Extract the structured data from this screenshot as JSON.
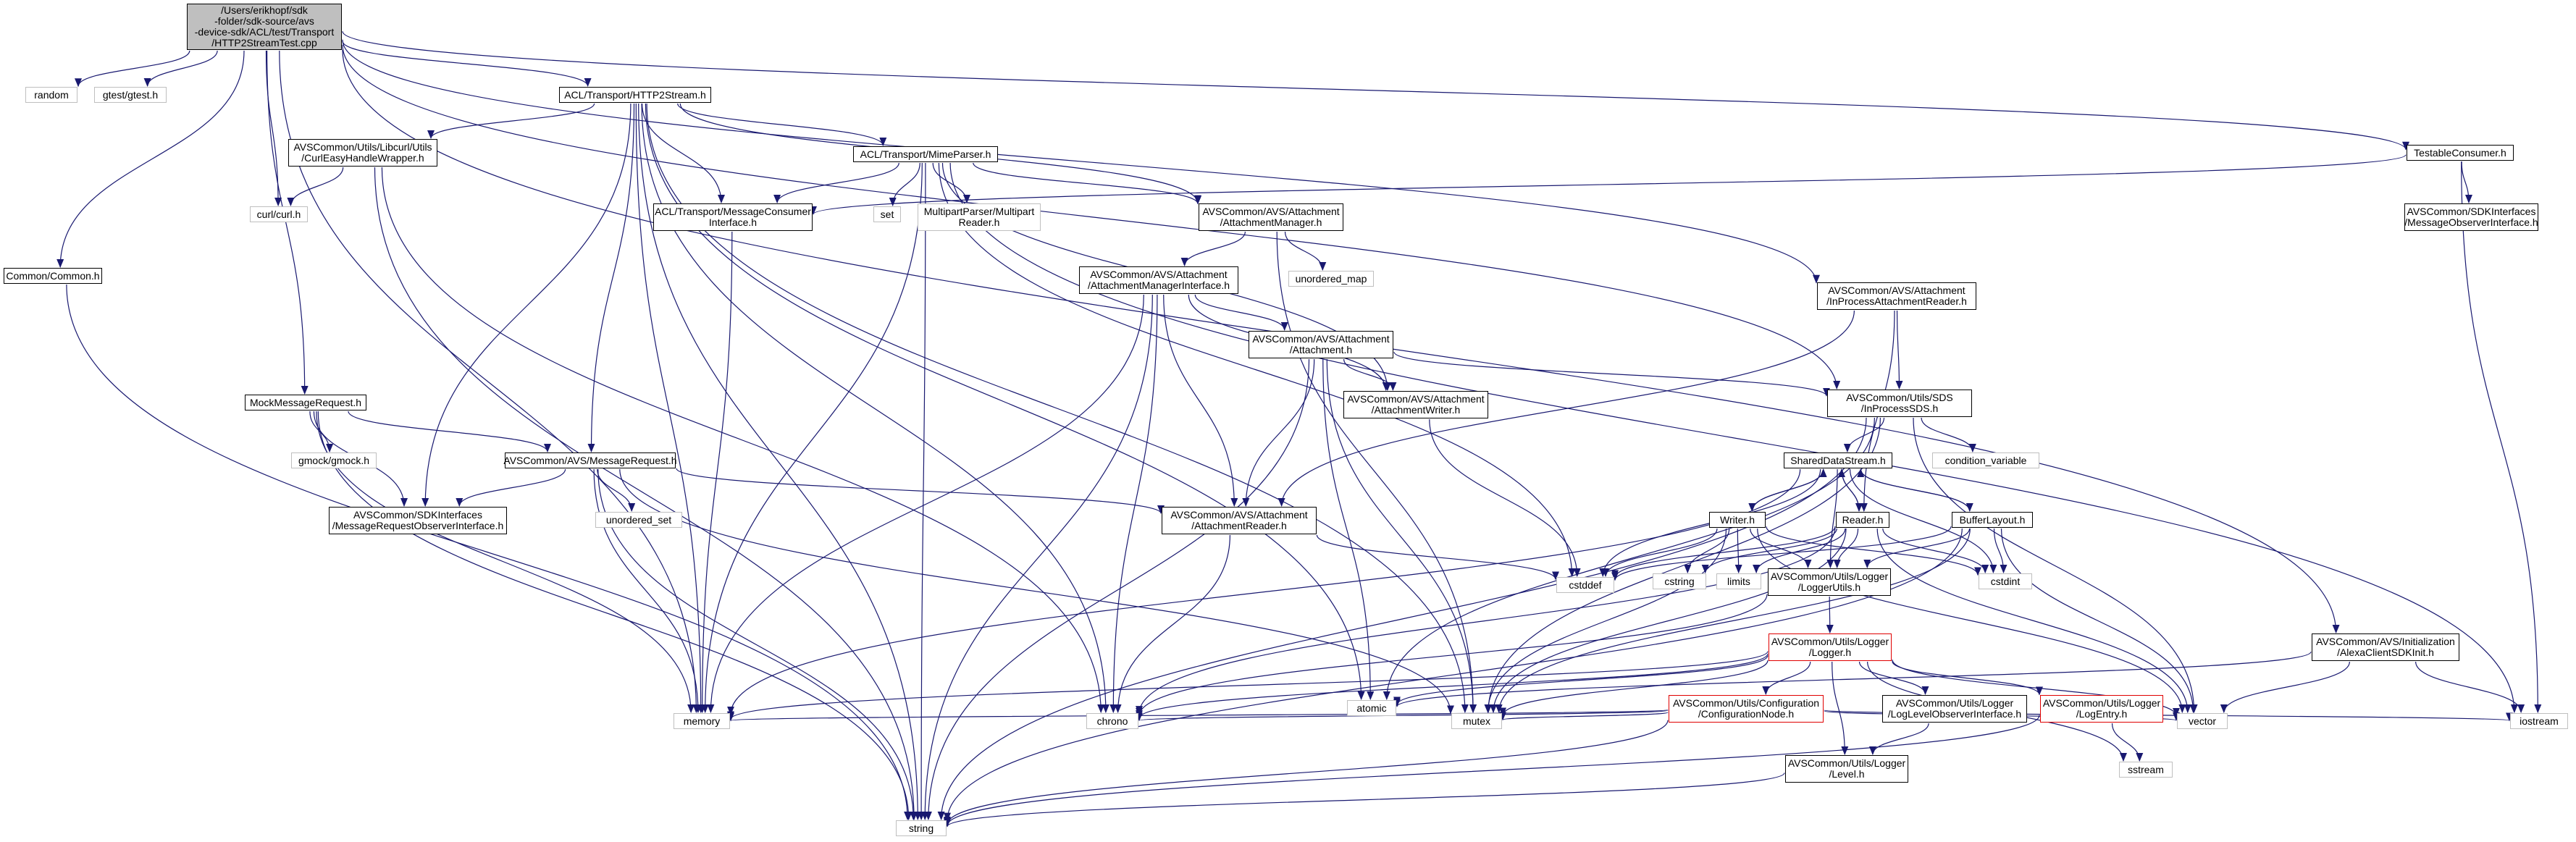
{
  "title_lines": [
    "/Users/erikhopf/sdk",
    "-folder/sdk-source/avs",
    "-device-sdk/ACL/test/Transport",
    "/HTTP2StreamTest.cpp"
  ],
  "colors": {
    "edge": "#191970",
    "std_border": "#bfbfbf",
    "node_border": "#000000",
    "red_border": "#e00000",
    "root_fill": "#bfbfbf"
  },
  "nodes": {
    "root": {
      "lines": [
        "/Users/erikhopf/sdk",
        "-folder/sdk-source/avs",
        "-device-sdk/ACL/test/Transport",
        "/HTTP2StreamTest.cpp"
      ],
      "kind": "root"
    },
    "random": {
      "lines": [
        "random"
      ],
      "kind": "std"
    },
    "gtest": {
      "lines": [
        "gtest/gtest.h"
      ],
      "kind": "std"
    },
    "http2stream": {
      "lines": [
        "ACL/Transport/HTTP2Stream.h"
      ],
      "kind": "hdr"
    },
    "testableconsumer": {
      "lines": [
        "TestableConsumer.h"
      ],
      "kind": "hdr"
    },
    "libcurlutils": {
      "lines": [
        "AVSCommon/Utils/Libcurl/Utils",
        "/CurlEasyHandleWrapper.h"
      ],
      "kind": "hdr"
    },
    "mimeparser": {
      "lines": [
        "ACL/Transport/MimeParser.h"
      ],
      "kind": "hdr"
    },
    "curl": {
      "lines": [
        "curl/curl.h"
      ],
      "kind": "std"
    },
    "msgconsumer": {
      "lines": [
        "ACL/Transport/MessageConsumer",
        "Interface.h"
      ],
      "kind": "hdr"
    },
    "set": {
      "lines": [
        "set"
      ],
      "kind": "std"
    },
    "multipartparser": {
      "lines": [
        "MultipartParser/Multipart",
        "Reader.h"
      ],
      "kind": "std"
    },
    "attachmentmanager": {
      "lines": [
        "AVSCommon/AVS/Attachment",
        "/AttachmentManager.h"
      ],
      "kind": "hdr"
    },
    "msgobserver": {
      "lines": [
        "AVSCommon/SDKInterfaces",
        "/MessageObserverInterface.h"
      ],
      "kind": "hdr"
    },
    "common": {
      "lines": [
        "Common/Common.h"
      ],
      "kind": "hdr"
    },
    "unordered_map": {
      "lines": [
        "unordered_map"
      ],
      "kind": "std"
    },
    "attmgrinterface": {
      "lines": [
        "AVSCommon/AVS/Attachment",
        "/AttachmentManagerInterface.h"
      ],
      "kind": "hdr"
    },
    "attachment": {
      "lines": [
        "AVSCommon/AVS/Attachment",
        "/Attachment.h"
      ],
      "kind": "hdr"
    },
    "inprocattreader": {
      "lines": [
        "AVSCommon/AVS/Attachment",
        "/InProcessAttachmentReader.h"
      ],
      "kind": "hdr"
    },
    "attwriter": {
      "lines": [
        "AVSCommon/AVS/Attachment",
        "/AttachmentWriter.h"
      ],
      "kind": "hdr"
    },
    "inprocsds": {
      "lines": [
        "AVSCommon/Utils/SDS",
        "/InProcessSDS.h"
      ],
      "kind": "hdr"
    },
    "mockmsgrequest": {
      "lines": [
        "MockMessageRequest.h"
      ],
      "kind": "hdr"
    },
    "gmock": {
      "lines": [
        "gmock/gmock.h"
      ],
      "kind": "std"
    },
    "messagerequest": {
      "lines": [
        "AVSCommon/AVS/MessageRequest.h"
      ],
      "kind": "hdr"
    },
    "condvar": {
      "lines": [
        "condition_variable"
      ],
      "kind": "std"
    },
    "shareddatastream": {
      "lines": [
        "SharedDataStream.h"
      ],
      "kind": "hdr"
    },
    "unordered_set": {
      "lines": [
        "unordered_set"
      ],
      "kind": "std"
    },
    "msgreqobserver": {
      "lines": [
        "AVSCommon/SDKInterfaces",
        "/MessageRequestObserverInterface.h"
      ],
      "kind": "hdr"
    },
    "attreader": {
      "lines": [
        "AVSCommon/AVS/Attachment",
        "/AttachmentReader.h"
      ],
      "kind": "hdr"
    },
    "writer": {
      "lines": [
        "Writer.h"
      ],
      "kind": "hdr"
    },
    "reader": {
      "lines": [
        "Reader.h"
      ],
      "kind": "hdr"
    },
    "bufferlayout": {
      "lines": [
        "BufferLayout.h"
      ],
      "kind": "hdr"
    },
    "cstddef": {
      "lines": [
        "cstddef"
      ],
      "kind": "std"
    },
    "cstring": {
      "lines": [
        "cstring"
      ],
      "kind": "std"
    },
    "limits": {
      "lines": [
        "limits"
      ],
      "kind": "std"
    },
    "loggerutils": {
      "lines": [
        "AVSCommon/Utils/Logger",
        "/LoggerUtils.h"
      ],
      "kind": "hdr"
    },
    "cstdint": {
      "lines": [
        "cstdint"
      ],
      "kind": "std"
    },
    "logger": {
      "lines": [
        "AVSCommon/Utils/Logger",
        "/Logger.h"
      ],
      "kind": "red"
    },
    "alexaclientsdkinit": {
      "lines": [
        "AVSCommon/AVS/Initialization",
        "/AlexaClientSDKInit.h"
      ],
      "kind": "hdr"
    },
    "atomic": {
      "lines": [
        "atomic"
      ],
      "kind": "std"
    },
    "confignode": {
      "lines": [
        "AVSCommon/Utils/Configuration",
        "/ConfigurationNode.h"
      ],
      "kind": "red"
    },
    "logobserver": {
      "lines": [
        "AVSCommon/Utils/Logger",
        "/LogLevelObserverInterface.h"
      ],
      "kind": "hdr"
    },
    "logentry": {
      "lines": [
        "AVSCommon/Utils/Logger",
        "/LogEntry.h"
      ],
      "kind": "red"
    },
    "memory": {
      "lines": [
        "memory"
      ],
      "kind": "std"
    },
    "chrono": {
      "lines": [
        "chrono"
      ],
      "kind": "std"
    },
    "mutex": {
      "lines": [
        "mutex"
      ],
      "kind": "std"
    },
    "sstream": {
      "lines": [
        "sstream"
      ],
      "kind": "std"
    },
    "vector": {
      "lines": [
        "vector"
      ],
      "kind": "std"
    },
    "iostream": {
      "lines": [
        "iostream"
      ],
      "kind": "std"
    },
    "level": {
      "lines": [
        "AVSCommon/Utils/Logger",
        "/Level.h"
      ],
      "kind": "hdr"
    },
    "string": {
      "lines": [
        "string"
      ],
      "kind": "std"
    }
  },
  "edges": [
    [
      "root",
      "random"
    ],
    [
      "root",
      "gtest"
    ],
    [
      "root",
      "common"
    ],
    [
      "root",
      "mockmsgrequest"
    ],
    [
      "root",
      "memory"
    ],
    [
      "root",
      "curl"
    ],
    [
      "root",
      "http2stream"
    ],
    [
      "root",
      "testableconsumer"
    ],
    [
      "root",
      "inprocattreader"
    ],
    [
      "root",
      "inprocsds"
    ],
    [
      "root",
      "alexaclientsdkinit"
    ],
    [
      "http2stream",
      "libcurlutils"
    ],
    [
      "http2stream",
      "mimeparser"
    ],
    [
      "http2stream",
      "msgconsumer"
    ],
    [
      "http2stream",
      "attachmentmanager"
    ],
    [
      "http2stream",
      "messagerequest"
    ],
    [
      "http2stream",
      "msgreqobserver"
    ],
    [
      "http2stream",
      "memory"
    ],
    [
      "http2stream",
      "chrono"
    ],
    [
      "http2stream",
      "string"
    ],
    [
      "http2stream",
      "atomic"
    ],
    [
      "http2stream",
      "mutex"
    ],
    [
      "libcurlutils",
      "curl"
    ],
    [
      "libcurlutils",
      "string"
    ],
    [
      "libcurlutils",
      "chrono"
    ],
    [
      "mimeparser",
      "msgconsumer"
    ],
    [
      "mimeparser",
      "set"
    ],
    [
      "mimeparser",
      "multipartparser"
    ],
    [
      "mimeparser",
      "attachmentmanager"
    ],
    [
      "mimeparser",
      "attwriter"
    ],
    [
      "mimeparser",
      "string"
    ],
    [
      "mimeparser",
      "memory"
    ],
    [
      "mimeparser",
      "iostream"
    ],
    [
      "mimeparser",
      "cstddef"
    ],
    [
      "testableconsumer",
      "msgconsumer"
    ],
    [
      "testableconsumer",
      "msgobserver"
    ],
    [
      "testableconsumer",
      "iostream"
    ],
    [
      "msgconsumer",
      "memory"
    ],
    [
      "common",
      "string"
    ],
    [
      "attachmentmanager",
      "attmgrinterface"
    ],
    [
      "attachmentmanager",
      "unordered_map"
    ],
    [
      "attachmentmanager",
      "mutex"
    ],
    [
      "attmgrinterface",
      "attachment"
    ],
    [
      "attmgrinterface",
      "attwriter"
    ],
    [
      "attmgrinterface",
      "attreader"
    ],
    [
      "attmgrinterface",
      "memory"
    ],
    [
      "attmgrinterface",
      "chrono"
    ],
    [
      "attmgrinterface",
      "string"
    ],
    [
      "attachment",
      "attwriter"
    ],
    [
      "attachment",
      "attreader"
    ],
    [
      "attachment",
      "inprocsds"
    ],
    [
      "attachment",
      "string"
    ],
    [
      "attachment",
      "mutex"
    ],
    [
      "attachment",
      "atomic"
    ],
    [
      "inprocattreader",
      "attreader"
    ],
    [
      "inprocattreader",
      "inprocsds"
    ],
    [
      "inprocattreader",
      "reader"
    ],
    [
      "attwriter",
      "cstddef"
    ],
    [
      "inprocsds",
      "shareddatastream"
    ],
    [
      "inprocsds",
      "condvar"
    ],
    [
      "inprocsds",
      "atomic"
    ],
    [
      "inprocsds",
      "mutex"
    ],
    [
      "inprocsds",
      "vector"
    ],
    [
      "inprocsds",
      "string"
    ],
    [
      "mockmsgrequest",
      "gmock"
    ],
    [
      "mockmsgrequest",
      "messagerequest"
    ],
    [
      "mockmsgrequest",
      "msgreqobserver"
    ],
    [
      "mockmsgrequest",
      "memory"
    ],
    [
      "mockmsgrequest",
      "string"
    ],
    [
      "messagerequest",
      "msgreqobserver"
    ],
    [
      "messagerequest",
      "attreader"
    ],
    [
      "messagerequest",
      "unordered_set"
    ],
    [
      "messagerequest",
      "memory"
    ],
    [
      "messagerequest",
      "string"
    ],
    [
      "messagerequest",
      "mutex"
    ],
    [
      "attreader",
      "cstddef"
    ],
    [
      "attreader",
      "chrono"
    ],
    [
      "shareddatastream",
      "writer"
    ],
    [
      "shareddatastream",
      "reader"
    ],
    [
      "shareddatastream",
      "bufferlayout"
    ],
    [
      "shareddatastream",
      "cstddef"
    ],
    [
      "shareddatastream",
      "cstdint"
    ],
    [
      "shareddatastream",
      "loggerutils"
    ],
    [
      "shareddatastream",
      "memory"
    ],
    [
      "writer",
      "shareddatastream"
    ],
    [
      "writer",
      "loggerutils"
    ],
    [
      "writer",
      "cstddef"
    ],
    [
      "writer",
      "cstring"
    ],
    [
      "writer",
      "limits"
    ],
    [
      "writer",
      "cstdint"
    ],
    [
      "writer",
      "vector"
    ],
    [
      "writer",
      "mutex"
    ],
    [
      "reader",
      "shareddatastream"
    ],
    [
      "reader",
      "loggerutils"
    ],
    [
      "reader",
      "cstddef"
    ],
    [
      "reader",
      "cstring"
    ],
    [
      "reader",
      "limits"
    ],
    [
      "reader",
      "cstdint"
    ],
    [
      "reader",
      "vector"
    ],
    [
      "reader",
      "chrono"
    ],
    [
      "reader",
      "mutex"
    ],
    [
      "bufferlayout",
      "shareddatastream"
    ],
    [
      "bufferlayout",
      "loggerutils"
    ],
    [
      "bufferlayout",
      "cstddef"
    ],
    [
      "bufferlayout",
      "cstdint"
    ],
    [
      "bufferlayout",
      "vector"
    ],
    [
      "bufferlayout",
      "mutex"
    ],
    [
      "bufferlayout",
      "string"
    ],
    [
      "loggerutils",
      "logger"
    ],
    [
      "loggerutils",
      "chrono"
    ],
    [
      "logger",
      "atomic"
    ],
    [
      "logger",
      "chrono"
    ],
    [
      "logger",
      "mutex"
    ],
    [
      "logger",
      "sstream"
    ],
    [
      "logger",
      "vector"
    ],
    [
      "logger",
      "confignode"
    ],
    [
      "logger",
      "logobserver"
    ],
    [
      "logger",
      "logentry"
    ],
    [
      "logger",
      "level"
    ],
    [
      "logger",
      "memory"
    ],
    [
      "confignode",
      "memory"
    ],
    [
      "confignode",
      "chrono"
    ],
    [
      "confignode",
      "mutex"
    ],
    [
      "confignode",
      "string"
    ],
    [
      "confignode",
      "iostream"
    ],
    [
      "confignode",
      "vector"
    ],
    [
      "logobserver",
      "level"
    ],
    [
      "logentry",
      "sstream"
    ],
    [
      "logentry",
      "string"
    ],
    [
      "level",
      "string"
    ],
    [
      "alexaclientsdkinit",
      "atomic"
    ],
    [
      "alexaclientsdkinit",
      "vector"
    ],
    [
      "alexaclientsdkinit",
      "iostream"
    ]
  ]
}
